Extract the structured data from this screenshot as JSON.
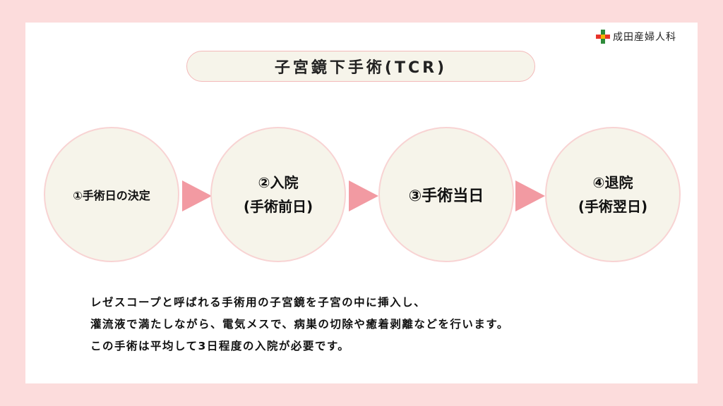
{
  "logo": {
    "name": "成田産婦人科",
    "colors": {
      "green": "#2e8b3a",
      "red": "#e8332a",
      "yellow": "#f2b400"
    }
  },
  "title": "子宮鏡下手術(TCR)",
  "steps": [
    {
      "line1": "①手術日の決定",
      "line2": ""
    },
    {
      "line1": "②入院",
      "line2": "(手術前日)"
    },
    {
      "line1": "③手術当日",
      "line2": ""
    },
    {
      "line1": "④退院",
      "line2": "(手術翌日)"
    }
  ],
  "description": [
    "レゼスコープと呼ばれる手術用の子宮鏡を子宮の中に挿入し、",
    "灌流液で満たしながら、電気メスで、病巣の切除や癒着剥離などを行います。",
    "この手術は平均して3日程度の入院が必要です。"
  ],
  "colors": {
    "background": "#fcdcdc",
    "card": "#ffffff",
    "circle_fill": "#f6f4ea",
    "circle_border": "#f8d3d3",
    "arrow": "#f29aa2",
    "title_border": "#f3b9b9"
  }
}
